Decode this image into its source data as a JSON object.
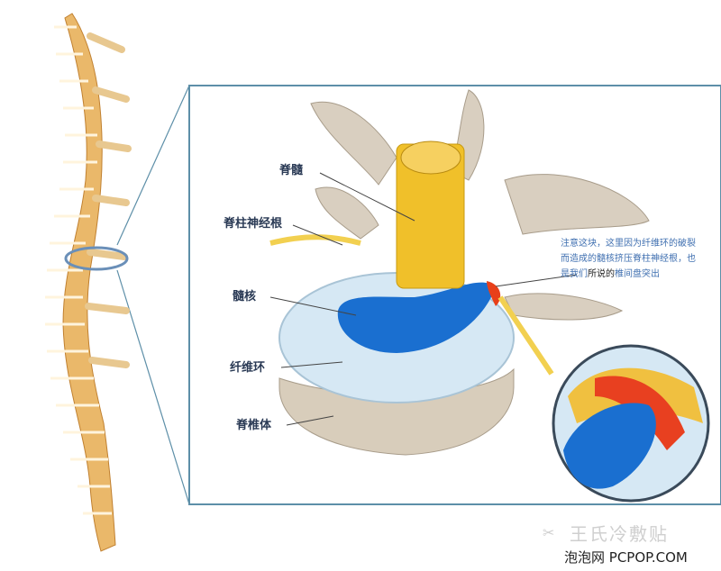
{
  "labels": {
    "spinal_cord": "脊髓",
    "spinal_nerve_root": "脊柱神经根",
    "nucleus_pulposus": "髓核",
    "annulus_fibrosus": "纤维环",
    "vertebral_body": "脊椎体"
  },
  "annotation": {
    "text_blue": "注意这块，这里因为纤维环的破裂而造成的髓核挤压脊柱神经根，也是我们",
    "text_dark": "所说的",
    "text_blue_end": "椎间盘突出"
  },
  "watermark": {
    "account": "王氏冷敷贴",
    "site": "泡泡网 PCPOP.COM"
  },
  "colors": {
    "bone": "#d9cfc0",
    "spinal_cord": "#f0c02a",
    "nucleus": "#1a6fd0",
    "annulus": "#d6e8f4",
    "frame": "#5d8fa8",
    "herniation": "#e8401a"
  }
}
